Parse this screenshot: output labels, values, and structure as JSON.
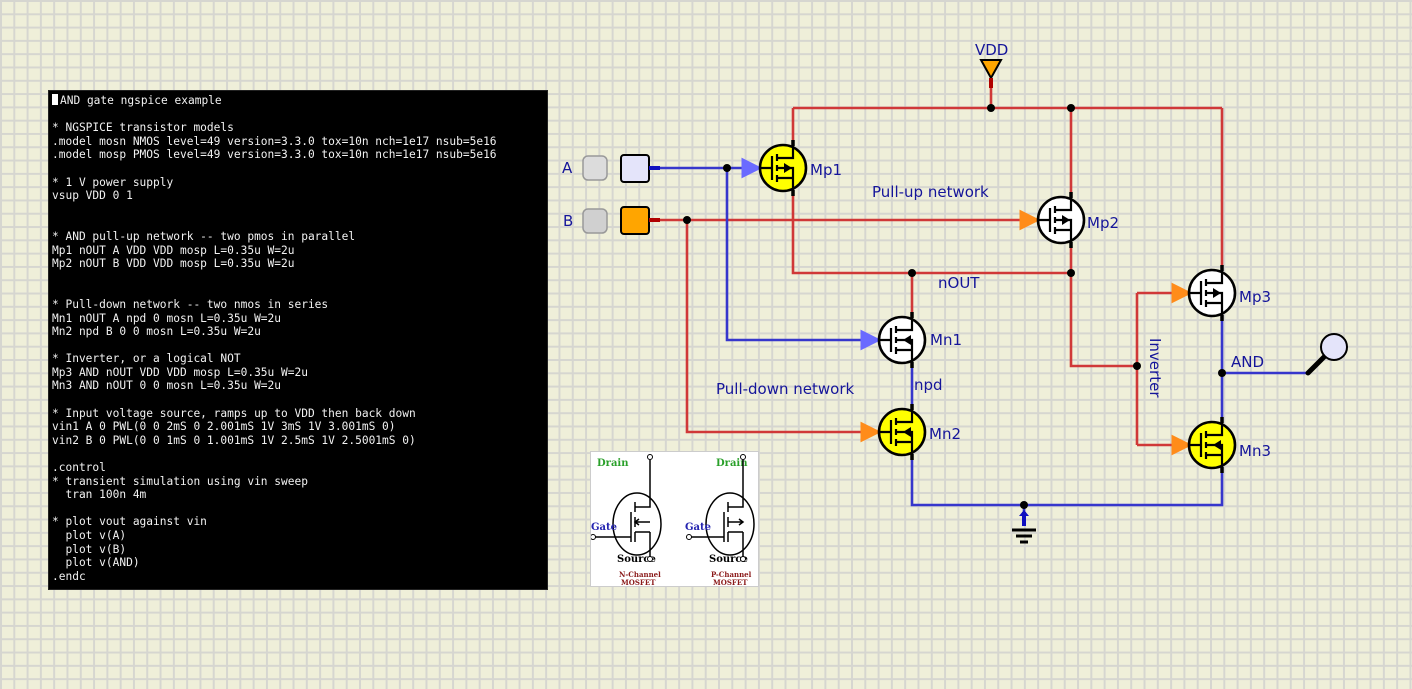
{
  "netlist": {
    "title": "AND gate ngspice example",
    "lines": [
      "",
      "* NGSPICE transistor models",
      ".model mosn NMOS level=49 version=3.3.0 tox=10n nch=1e17 nsub=5e16",
      ".model mosp PMOS level=49 version=3.3.0 tox=10n nch=1e17 nsub=5e16",
      "",
      "* 1 V power supply",
      "vsup VDD 0 1",
      "",
      "",
      "* AND pull-up network -- two pmos in parallel",
      "Mp1 nOUT A VDD VDD mosp L=0.35u W=2u",
      "Mp2 nOUT B VDD VDD mosp L=0.35u W=2u",
      "",
      "",
      "* Pull-down network -- two nmos in series",
      "Mn1 nOUT A npd 0 mosn L=0.35u W=2u",
      "Mn2 npd B 0 0 mosn L=0.35u W=2u",
      "",
      "* Inverter, or a logical NOT",
      "Mp3 AND nOUT VDD VDD mosp L=0.35u W=2u",
      "Mn3 AND nOUT 0 0 mosn L=0.35u W=2u",
      "",
      "* Input voltage source, ramps up to VDD then back down",
      "vin1 A 0 PWL(0 0 2mS 0 2.001mS 1V 3mS 1V 3.001mS 0)",
      "vin2 B 0 PWL(0 0 1mS 0 1.001mS 1V 2.5mS 1V 2.5001mS 0)",
      "",
      ".control",
      "* transient simulation using vin sweep",
      "  tran 100n 4m",
      "",
      "* plot vout against vin",
      "  plot v(A)",
      "  plot v(B)",
      "  plot v(AND)",
      ".endc"
    ]
  },
  "circuit": {
    "supply_label": "VDD",
    "inputs": [
      {
        "label": "A",
        "state": "low",
        "color": "#e4e4fa"
      },
      {
        "label": "B",
        "state": "high",
        "color": "#ffa500"
      }
    ],
    "transistors": [
      {
        "name": "Mp1",
        "type": "pmos",
        "active": true
      },
      {
        "name": "Mp2",
        "type": "pmos",
        "active": false
      },
      {
        "name": "Mn1",
        "type": "nmos",
        "active": false
      },
      {
        "name": "Mn2",
        "type": "nmos",
        "active": true
      },
      {
        "name": "Mp3",
        "type": "pmos",
        "active": false
      },
      {
        "name": "Mn3",
        "type": "nmos",
        "active": true
      }
    ],
    "net_labels": {
      "nout": "nOUT",
      "npd": "npd",
      "and": "AND"
    },
    "annotations": {
      "pull_up": "Pull-up network",
      "pull_down": "Pull-down network",
      "inverter": "Inverter"
    },
    "colors": {
      "wire_high": "#d03838",
      "wire_low": "#3636cc",
      "active_fill": "#ffff00",
      "inactive_fill": "#ffffff",
      "label": "#15159a"
    }
  },
  "legend": {
    "drain": "Drain",
    "gate": "Gate",
    "source": "Source",
    "n_channel": "N-Channel",
    "p_channel": "P-Channel",
    "mosfet": "MOSFET"
  }
}
